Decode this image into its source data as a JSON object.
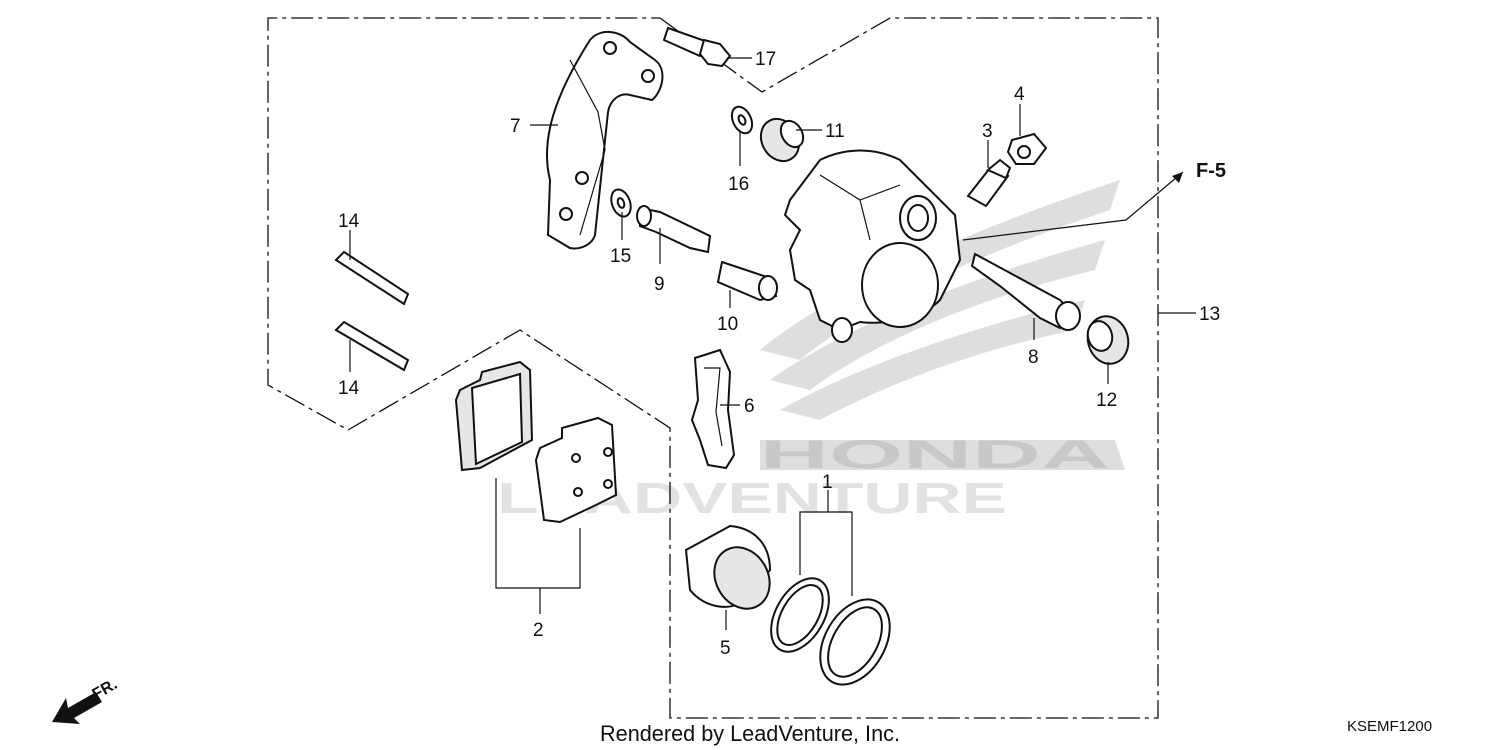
{
  "diagram": {
    "callouts": {
      "p1": "1",
      "p2": "2",
      "p3": "3",
      "p4": "4",
      "p5": "5",
      "p6": "6",
      "p7": "7",
      "p8": "8",
      "p9": "9",
      "p10": "10",
      "p11": "11",
      "p12": "12",
      "p13": "13",
      "p14a": "14",
      "p14b": "14",
      "p15": "15",
      "p16": "16",
      "p17": "17"
    },
    "ref_label": "F-5",
    "direction_label": "FR.",
    "footer_text": "Rendered by LeadVenture, Inc.",
    "diagram_code": "KSEMF1200",
    "watermark": {
      "brand": "HONDA",
      "vendor": "LEADVENTURE"
    }
  }
}
